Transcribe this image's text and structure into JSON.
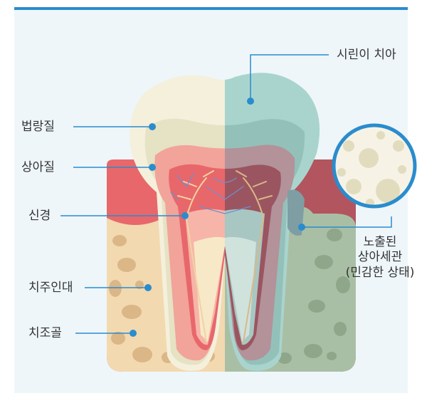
{
  "labels": {
    "enamel": "법랑질",
    "dentin": "상아질",
    "nerve": "신경",
    "periodontal_ligament": "치주인대",
    "alveolar_bone": "치조골",
    "sensitive_tooth": "시린이 치아",
    "exposed_tubules_line1": "노출된",
    "exposed_tubules_line2": "상아세관",
    "exposed_tubules_line3": "(민감한 상태)"
  },
  "colors": {
    "accent": "#2a8ccd",
    "panel": "#eef6fa",
    "gum_healthy": "#e8676b",
    "gum_sensitive": "#b2555f",
    "bone_healthy": "#f2d9b0",
    "bone_sensitive": "#a9bfa5",
    "enamel_healthy": "#f4f0dc",
    "enamel_sensitive": "#a9d4ce"
  }
}
